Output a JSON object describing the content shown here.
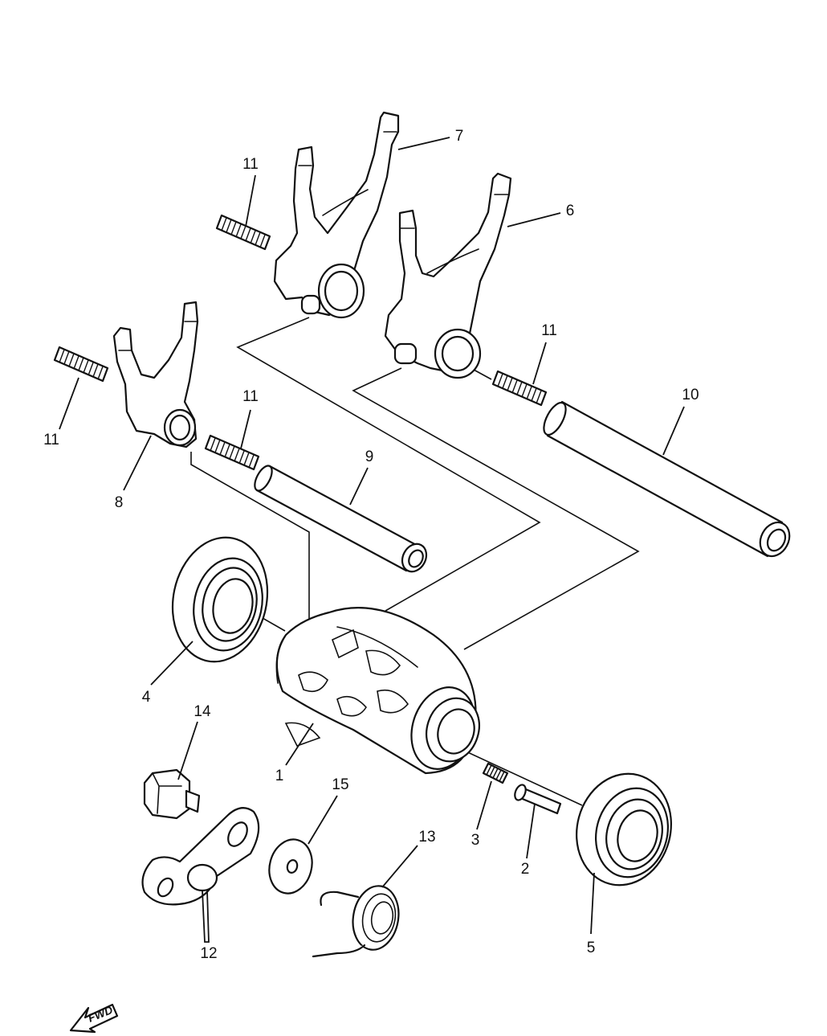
{
  "callouts": [
    {
      "id": "1",
      "text": "1"
    },
    {
      "id": "2",
      "text": "2"
    },
    {
      "id": "3",
      "text": "3"
    },
    {
      "id": "4",
      "text": "4"
    },
    {
      "id": "5",
      "text": "5"
    },
    {
      "id": "6",
      "text": "6"
    },
    {
      "id": "7",
      "text": "7"
    },
    {
      "id": "8",
      "text": "8"
    },
    {
      "id": "9",
      "text": "9"
    },
    {
      "id": "10",
      "text": "10"
    },
    {
      "id": "11a",
      "text": "11"
    },
    {
      "id": "11b",
      "text": "11"
    },
    {
      "id": "11c",
      "text": "11"
    },
    {
      "id": "11d",
      "text": "11"
    },
    {
      "id": "12",
      "text": "12"
    },
    {
      "id": "13",
      "text": "13"
    },
    {
      "id": "14",
      "text": "14"
    },
    {
      "id": "15",
      "text": "15"
    }
  ],
  "orientation": {
    "text": "FWD"
  }
}
